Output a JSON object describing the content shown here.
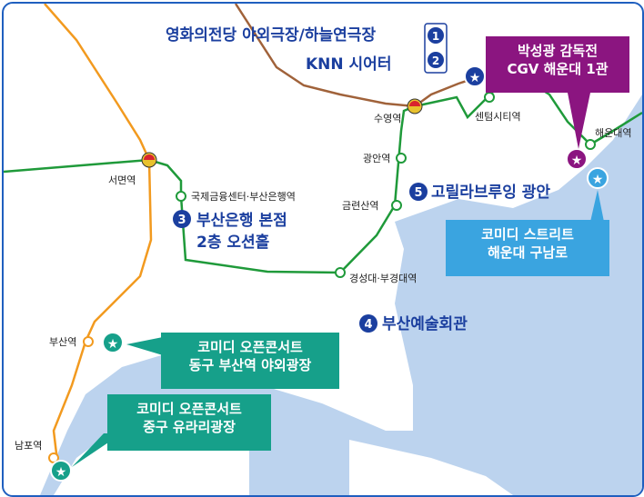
{
  "stations": {
    "seomyeon": "서면역",
    "suyeong": "수영역",
    "centum": "센텀시티역",
    "haeundae": "해운대역",
    "gukje": "국제금융센터·부산은행역",
    "gwangan": "광안역",
    "geumnyeonsan": "금련산역",
    "kyungsung": "경성대·부경대역",
    "busan": "부산역",
    "nampo": "남포역"
  },
  "venues": {
    "v1": {
      "number": "1",
      "name": "영화의전당 야외극장/하늘연극장"
    },
    "v2": {
      "number": "2",
      "name": "KNN 시어터"
    },
    "v3": {
      "number": "3",
      "line1": "부산은행 본점",
      "line2": "2층 오션홀"
    },
    "v4": {
      "number": "4",
      "name": "부산예술회관"
    },
    "v5": {
      "number": "5",
      "name": "고릴라브루잉 광안"
    }
  },
  "callouts": {
    "cgv": {
      "line1": "박성광 감독전",
      "line2": "CGV 해운대 1관"
    },
    "comedy_street": {
      "line1": "코미디 스트리트",
      "line2": "해운대 구남로"
    },
    "open_concert_busan": {
      "line1": "코미디 오픈콘서트",
      "line2": "동구 부산역 야외광장"
    },
    "open_concert_nampo": {
      "line1": "코미디 오픈콘서트",
      "line2": "중구 유라리광장"
    }
  },
  "colors": {
    "line1_orange": "#f29a1f",
    "line2_green": "#1f9a3a",
    "donghae_brown": "#a0623a",
    "sea": "#bcd3ee",
    "venue_blue": "#1b3f9f",
    "purple": "#8b1580",
    "sky": "#3aa4e0",
    "teal": "#16a08a"
  }
}
